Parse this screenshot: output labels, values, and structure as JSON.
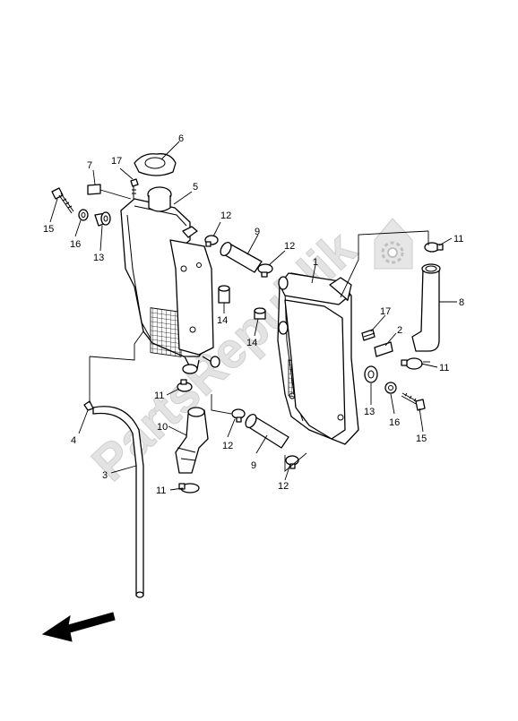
{
  "diagram": {
    "watermark": "PartsRepublik",
    "callouts": {
      "c1": "1",
      "c2": "2",
      "c3": "3",
      "c4": "4",
      "c5": "5",
      "c6": "6",
      "c7": "7",
      "c8": "8",
      "c9a": "9",
      "c9b": "9",
      "c10": "10",
      "c11a": "11",
      "c11b": "11",
      "c11c": "11",
      "c11d": "11",
      "c12a": "12",
      "c12b": "12",
      "c12c": "12",
      "c12d": "12",
      "c13a": "13",
      "c13b": "13",
      "c14a": "14",
      "c14b": "14",
      "c15a": "15",
      "c15b": "15",
      "c16a": "16",
      "c16b": "16",
      "c17a": "17",
      "c17b": "17"
    },
    "colors": {
      "line": "#000000",
      "watermark": "#d9d9d9",
      "background": "#ffffff"
    },
    "icons": [
      "gear-icon",
      "direction-arrow-icon"
    ]
  }
}
